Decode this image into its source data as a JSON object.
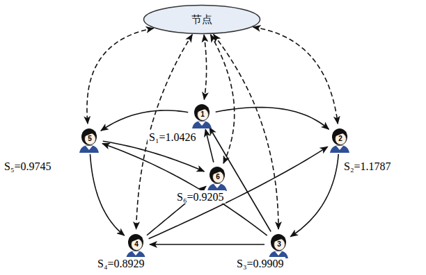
{
  "diagram": {
    "nodes": [
      {
        "text": [
          "节点"
        ]
      },
      {
        "text": [
          "1",
          "S₁=1.0426"
        ]
      },
      {
        "text": [
          "2",
          "S₂=1.1787"
        ]
      },
      {
        "text": [
          "3",
          "S₃=0.9909"
        ]
      },
      {
        "text": [
          "4",
          "S₄=0.8929"
        ]
      },
      {
        "text": [
          "5",
          "S₅=0.9745"
        ]
      },
      {
        "text": [
          "6",
          "S₆=0.9205"
        ]
      }
    ],
    "edges": [
      {
        "from": 0,
        "to": 1,
        "arrow": "both"
      },
      {
        "from": 0,
        "to": 2,
        "arrow": "both"
      },
      {
        "from": 0,
        "to": 3,
        "arrow": "both"
      },
      {
        "from": 0,
        "to": 4,
        "arrow": "both"
      },
      {
        "from": 0,
        "to": 5,
        "arrow": "both"
      },
      {
        "from": 0,
        "to": 6,
        "arrow": "both"
      },
      {
        "from": 1,
        "to": 5,
        "arrow": "to"
      },
      {
        "from": 1,
        "to": 2,
        "arrow": "to"
      },
      {
        "from": 5,
        "to": 6,
        "arrow": "to"
      },
      {
        "from": 5,
        "to": 4,
        "arrow": "to"
      },
      {
        "from": 6,
        "to": 1,
        "arrow": "to"
      },
      {
        "from": 4,
        "to": 6,
        "arrow": "to"
      },
      {
        "from": 4,
        "to": 2,
        "arrow": "to"
      },
      {
        "from": 3,
        "to": 4,
        "arrow": "to"
      },
      {
        "from": 3,
        "to": 1,
        "arrow": "to"
      },
      {
        "from": 3,
        "to": 5,
        "arrow": "to"
      },
      {
        "from": 2,
        "to": 3,
        "arrow": "to"
      }
    ]
  }
}
